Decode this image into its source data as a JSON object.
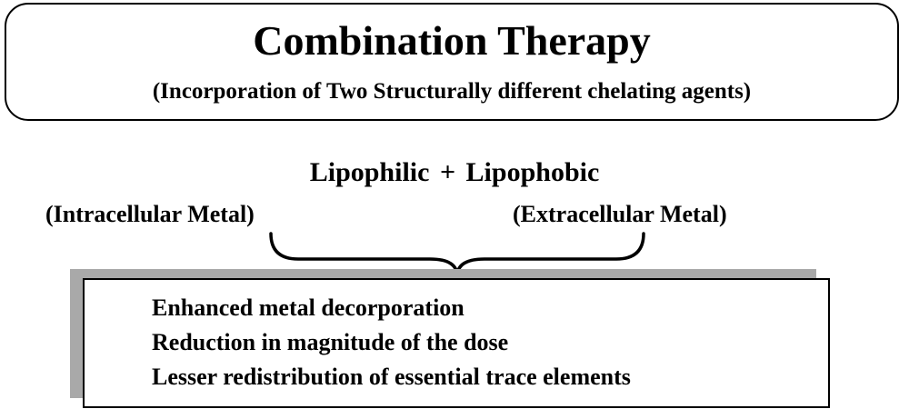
{
  "header": {
    "title": "Combination Therapy",
    "subtitle": "(Incorporation of Two Structurally different chelating agents)"
  },
  "combination": {
    "left_agent": "Lipophilic",
    "operator": "+",
    "right_agent": "Lipophobic",
    "left_target": "(Intracellular Metal)",
    "right_target": "(Extracellular Metal)"
  },
  "benefits": [
    "Enhanced metal decorporation",
    "Reduction in magnitude of the dose",
    "Lesser redistribution of essential trace elements"
  ]
}
